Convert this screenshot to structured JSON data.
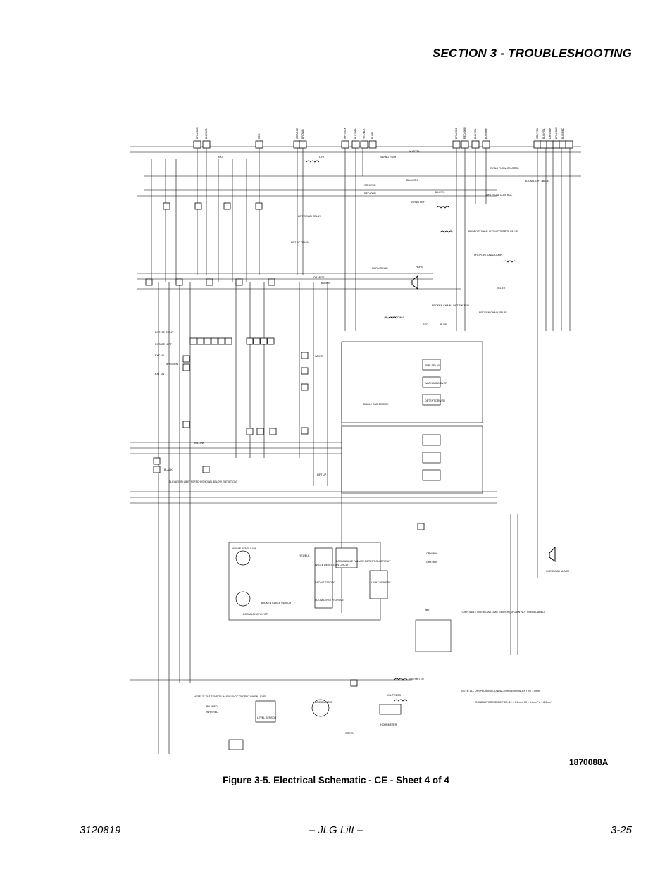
{
  "header": {
    "section_title": "SECTION 3 - TROUBLESHOOTING"
  },
  "figure": {
    "drawing_number": "1870088A",
    "caption": "Figure 3-5.  Electrical Schematic - CE - Sheet 4 of 4"
  },
  "schematic": {
    "top_wires": [
      "BRN/ORN",
      "BLK/ORN",
      "RED",
      "ORANGE",
      "BROWN",
      "WHT/BLK",
      "BLK/ORN",
      "YEL/BLK",
      "BLUE",
      "BRN/RED",
      "RED/ORN",
      "BLK/YEL",
      "BLU/ORN",
      "GRY/YEL",
      "BLU/YEL",
      "ORN/BLK",
      "BRN/ORN",
      "BLU/RED"
    ],
    "labels": {
      "ext": "EXT",
      "lift": "LIFT",
      "swing_right": "SWING RIGHT",
      "wht_yel": "WHT/YEL",
      "swing_flow": "SWING FLOW CONTROL",
      "boom_light": "BOOM LIGHT (BLUE)",
      "blu_orn": "BLU/ORN",
      "grn_red": "GRN/RED",
      "red_orn": "RED/ORN",
      "blk_yel": "BLK/YEL",
      "lift_flow": "LIFT FLOW CONTROL",
      "swing_left": "SWING LEFT",
      "lift_down_relay": "LIFT DOWN RELAY",
      "proportional_flow": "PROPORTIONAL FLOW CONTROL VALVE",
      "lift_up_relay": "LIFT UP RELAY",
      "proportional_dump": "PROPORTIONAL DUMP",
      "horn_relay": "HORN RELAY",
      "horn": "HORN",
      "orange": "ORANGE",
      "brown": "BROWN",
      "tel_ext": "TEL EXT",
      "broken_chain": "BROKEN CHAIN LIMIT SWITCH",
      "broken_chain_relay": "BROKEN CHAIN RELAY",
      "lift_down": "LIFT DOWN",
      "blue": "BLUE",
      "red": "RED",
      "white": "WHITE",
      "yellow": "YELLOW",
      "black": "BLACK",
      "elev_limit": "ELEVATION LIMIT SWITCH (SHOWN BELOW ELEVATION)",
      "lift_up": "LIFT UP",
      "angle_pendulum": "ANGLE PENDULUM",
      "yel_blk": "YEL/BLK",
      "angle_circuit": "ANGLE DETECTION CIRCUIT",
      "radius_circuit": "RADIUS CIRCUIT",
      "length_circuit": "BOOM LENGTH CIRCUIT",
      "failure_circuit": "BOOM ANGLE FAILURE DETECTION CIRCUIT",
      "light_drivers": "LIGHT DRIVERS",
      "broken_cable": "BROKEN CABLE SWITCH",
      "boom_length_pot": "BOOM LENGTH POT.",
      "orn_blk": "ORN/BLK",
      "gry_blk": "GRY/BLK",
      "overload_alarm": "OVERLOAD ALARM",
      "turntable_overload": "TURNTABLE OVERLOAD LIMIT SWITCH (SHOWN NOT OVERLOADED)",
      "wht": "WHT",
      "voltmeter": "VOLTMETER",
      "oil_press": "OIL PRESS",
      "hourmeter": "HOURMETER",
      "note1": "NOTE: ALL UNSPECIFIED CONDUCTORS EQUIVALENT TO 1.5mm²",
      "note2": "CONDUCTORS SPECIFIED: 12 = 3.0mm²  10 = 6.0mm²  8 = 8.0mm²",
      "tilt_note": "NOTE: 3° TILT SENSOR HAS A 12VDC OUTPUT WHEN LEVEL",
      "level_sensor": "LEVEL SENSOR",
      "ac_motor": "AC/DC MOTOR",
      "green": "GREEN",
      "blu_red": "BLU/RED",
      "wht_red": "WHT/RED",
      "wht_grn": "WHT/GRN",
      "rotate_left": "ROTATE LEFT",
      "rotate_right": "ROTATE RIGHT",
      "ext_up": "EXT UP",
      "ext_dn": "EXT DN",
      "time_delay": "TIME DELAY",
      "warning_driver": "WARNING DRIVER",
      "detent_driver": "DETENT DRIVER",
      "single_cab": "SINGLE CAB BRIDGE"
    }
  },
  "footer": {
    "doc_number": "3120819",
    "center": "– JLG Lift –",
    "page": "3-25"
  }
}
